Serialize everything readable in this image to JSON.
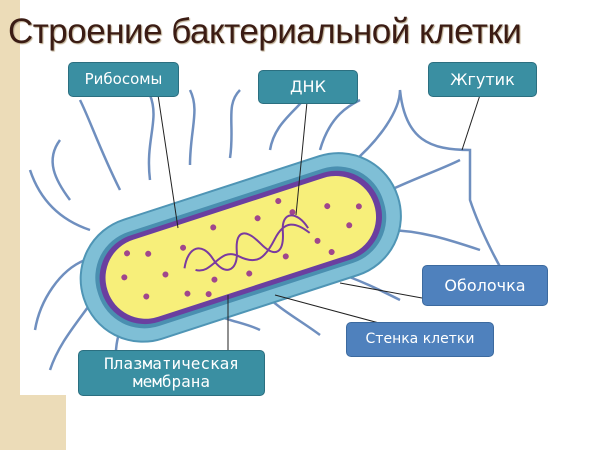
{
  "slide": {
    "title": "Строение бактериальной клетки",
    "labels": {
      "ribosomes": "Рибосомы",
      "dna": "ДНК",
      "flagellum": "Жгутик",
      "capsule": "Оболочка",
      "cell_wall": "Стенка клетки",
      "plasma_membrane": "Плазматическая мембрана"
    },
    "colors": {
      "label_teal": "#3a8fa2",
      "label_steel": "#4f81bd",
      "cytoplasm": "#f7ef7a",
      "membrane": "#6a3fa0",
      "capsule": "#7fbfd6",
      "accent_beige": "#ecdcb8"
    }
  }
}
